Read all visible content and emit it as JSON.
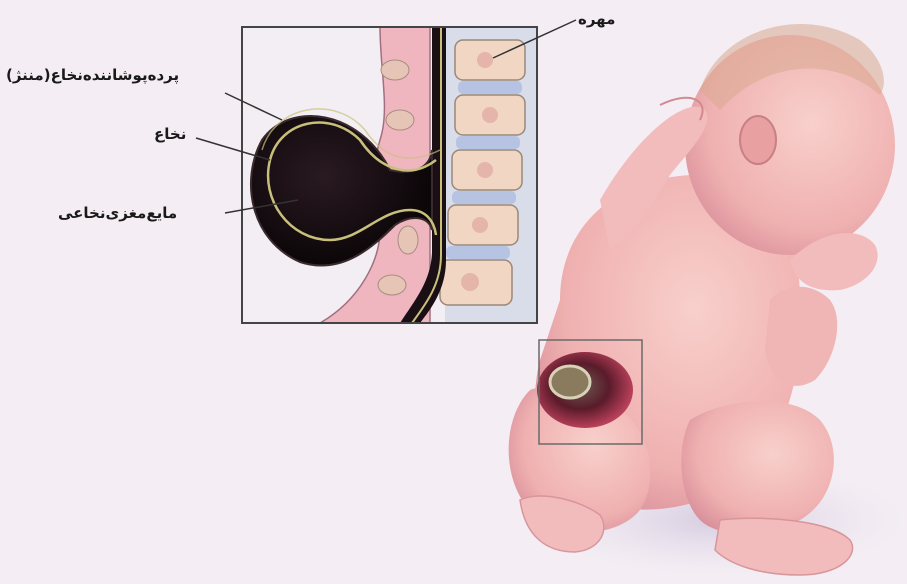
{
  "labels": {
    "vertebra": "مهره",
    "meninges": "پرده‌پوشاننده‌نخاع(مننژ)",
    "spinal_cord": "نخاع",
    "csf": "مایع‌مغزی‌نخاعی"
  },
  "colors": {
    "background": "#f4eef4",
    "skin": "#f2b9b9",
    "sac": "#1b0f14",
    "nerve": "#c8c07a",
    "bone": "#f1d6c4",
    "disc": "#b7c3e2"
  }
}
